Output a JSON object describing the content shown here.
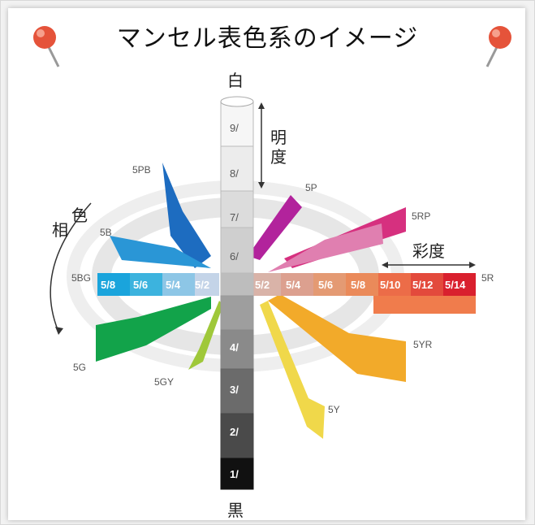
{
  "title": "マンセル表色系のイメージ",
  "labels": {
    "white": "白",
    "black": "黒",
    "value_axis": [
      "明",
      "度"
    ],
    "chroma": "彩度",
    "hue": [
      "色",
      "相"
    ]
  },
  "value_steps": [
    "9/",
    "8/",
    "7/",
    "6/",
    "4/",
    "3/",
    "2/",
    "1/"
  ],
  "hue_labels": [
    "5PB",
    "5P",
    "5RP",
    "5B",
    "5BG",
    "5R",
    "5G",
    "5YR",
    "5GY",
    "5Y"
  ],
  "chroma_left": [
    "5/8",
    "5/6",
    "5/4",
    "5/2"
  ],
  "chroma_right": [
    "5/2",
    "5/4",
    "5/6",
    "5/8",
    "5/10",
    "5/12",
    "5/14"
  ],
  "colors": {
    "red_row": [
      "#d9b3a8",
      "#dca08f",
      "#e49a73",
      "#ea8a5a",
      "#ec6c48",
      "#e34a3c",
      "#d9202e"
    ],
    "blue_row": [
      "#1aa4dc",
      "#3cb3de",
      "#8dc6e6",
      "#c4d4e8"
    ],
    "pin": "#e5533a"
  }
}
